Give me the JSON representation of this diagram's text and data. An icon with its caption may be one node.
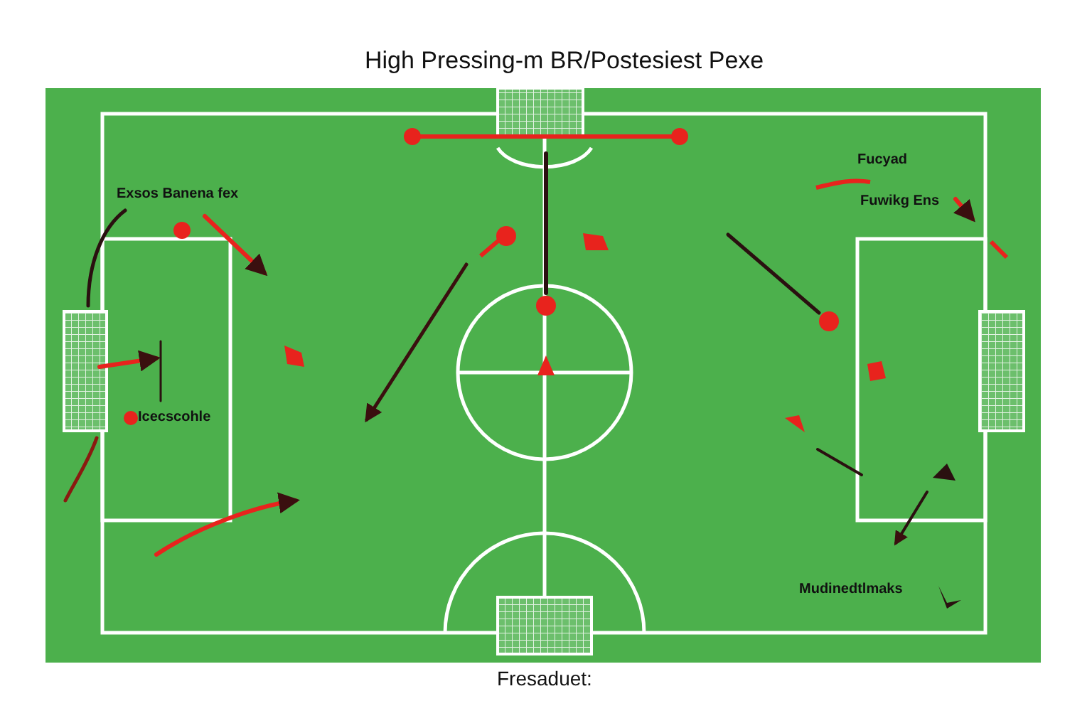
{
  "diagram": {
    "title": "High Pressing-m BR/Postesiest Pexe",
    "caption": "Fresaduet:",
    "labels": [
      "Fucyad",
      "Exsos Banena fex",
      "Fuwikg Ens",
      "Icecscohle",
      "Mudinedtlmaks"
    ]
  }
}
